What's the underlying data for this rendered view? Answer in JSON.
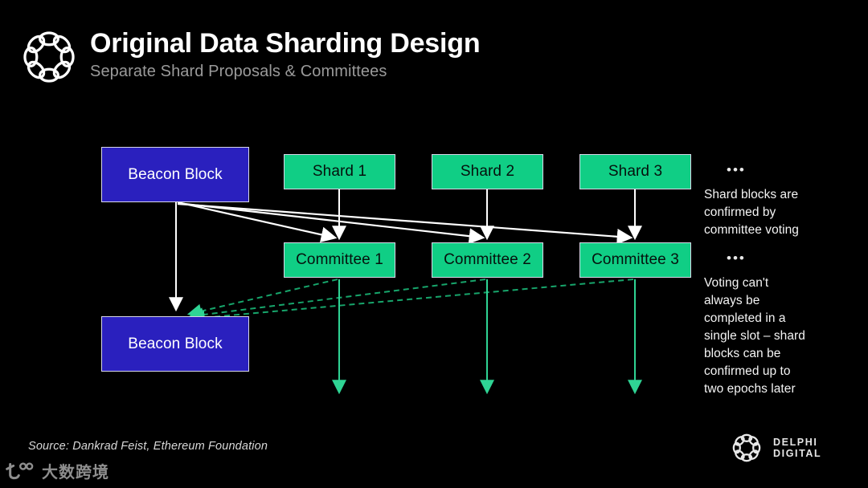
{
  "header": {
    "title": "Original Data Sharding Design",
    "subtitle": "Separate Shard Proposals & Committees",
    "logo_icon": "delphi-loop-logo-icon"
  },
  "diagram": {
    "nodes": {
      "beacon_top": "Beacon Block",
      "beacon_bottom": "Beacon Block",
      "shards": [
        "Shard 1",
        "Shard 2",
        "Shard 3"
      ],
      "committees": [
        "Committee 1",
        "Committee 2",
        "Committee 3"
      ]
    },
    "colors": {
      "beacon_fill": "#2A20BE",
      "shard_fill": "#10CE85",
      "committee_fill": "#10CE85",
      "node_border": "#d8d8e8",
      "solid_edge": "#ffffff",
      "dashed_edge": "#17A56B",
      "green_arrow": "#2FD494",
      "background": "#000000"
    }
  },
  "annotations": [
    {
      "dots": "•••",
      "text": "Shard blocks are\nconfirmed by\ncommittee voting"
    },
    {
      "dots": "•••",
      "text": "Voting can't\nalways be\ncompleted in a\nsingle slot – shard\nblocks can be\nconfirmed up to\ntwo epochs later"
    }
  ],
  "footer": {
    "source": "Source: Dankrad Feist, Ethereum Foundation",
    "brand_word": "DELPHI DIGITAL",
    "brand_icon": "delphi-loop-logo-icon",
    "watermark_text": "大数跨境",
    "watermark_icon": "watermark-logo-icon"
  }
}
